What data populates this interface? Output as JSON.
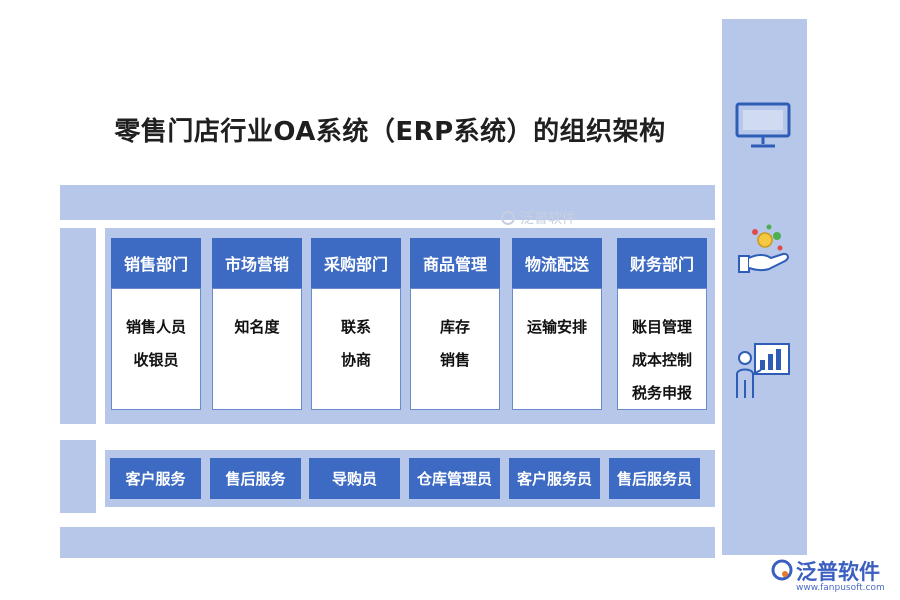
{
  "title": "零售门店行业OA系统（ERP系统）的组织架构",
  "watermark": "泛普软件",
  "departments": [
    {
      "name": "销售部门",
      "items": [
        "销售人员",
        "收银员"
      ]
    },
    {
      "name": "市场营销",
      "items": [
        "知名度"
      ]
    },
    {
      "name": "采购部门",
      "items": [
        "联系",
        "协商"
      ]
    },
    {
      "name": "商品管理",
      "items": [
        "库存",
        "销售"
      ]
    },
    {
      "name": "物流配送",
      "items": [
        "运输安排"
      ]
    },
    {
      "name": "财务部门",
      "items": [
        "账目管理",
        "成本控制",
        "税务申报"
      ]
    }
  ],
  "service_roles": [
    "客户服务",
    "售后服务",
    "导购员",
    "仓库管理员",
    "客户服务员",
    "售后服务员"
  ],
  "side_icons": [
    "monitor-icon",
    "coins-hand-icon",
    "presenter-chart-icon"
  ],
  "logo": {
    "name": "泛普软件",
    "url": "www.fanpusoft.com"
  },
  "colors": {
    "bar": "#b7c7e9",
    "dept": "#3d6ac3",
    "border": "#6a8ad0"
  }
}
